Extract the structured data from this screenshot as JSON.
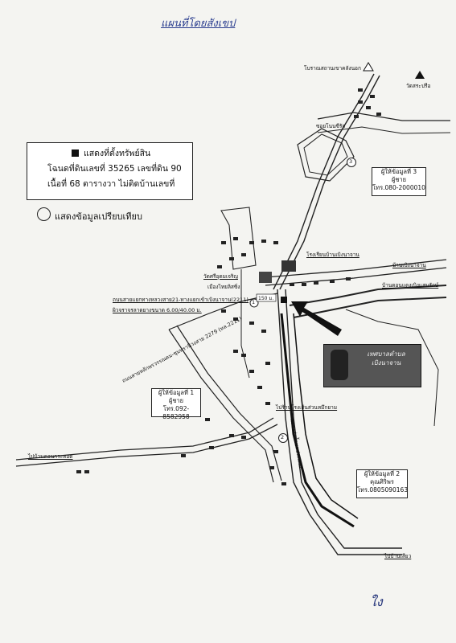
{
  "header": {
    "handwritten_title": "แผนที่โดยสังเขป"
  },
  "legend": {
    "asset_label": "แสดงที่ตั้งทรัพย์สิน",
    "deed_line": "โฉนดที่ดินเลขที่ 35265 เลขที่ดิน 90",
    "area_line": "เนื้อที่ 68  ตารางวา ไม่ติดบ้านเลขที่",
    "comparison_label": "แสดงข้อมูลเปรียบเทียบ"
  },
  "informants": [
    {
      "number": "1",
      "title": "ผู้ให้ข้อมูลที่ 1",
      "name": "ผู้ชาย",
      "phone": "โทร.092-8582958"
    },
    {
      "number": "2",
      "title": "ผู้ให้ข้อมูลที่ 2",
      "name": "คุณศิริพร",
      "phone": "โทร.0805090163"
    },
    {
      "number": "3",
      "title": "ผู้ให้ข้อมูลที่ 3",
      "name": "ผู้ชาย",
      "phone": "โทร.080-2000010"
    }
  ],
  "map_labels": {
    "ancient_site": "โบราณสถานเขาคลังนอก",
    "temple_top": "วัดสระปรือ",
    "soi": "ซอยโนนซีรัก",
    "school": "โรงเรียนบ้านเบิงนาจาน",
    "village_right": "บ้านเบิงนาจาน",
    "village_right2": "บ้านดอนแดงเบิงแสนรักษ์",
    "temple_mid": "วัดศรีอุดมเจริญ",
    "village_mid": "เมืองไทยลิสซิ่ง",
    "road_name": "ถนนสายแยกทางหลวงสาย21-ทางแยกเข้าเบิงนาจาน(2211)",
    "road_width": "ผิวจราจรลาดยางขนาด 6.00/40.00 ม.",
    "distance": "150 ม.",
    "highway_diag": "ถนนสายหลักพรวรรณคม-ชุมพรานิวงสาย 2279 (ทล.2211)",
    "market": "ไปร้านโรงเส้นส่วนหมึกยาม",
    "left_dir": "ไปบ้านดอนกระทอด",
    "bottom_right_dir": "ไปบ้านเสียว",
    "river": "คลองส่งน้ำชลประทาน",
    "photo_caption_1": "เทศบาลตำบล",
    "photo_caption_2": "เบิงนาจาน"
  },
  "signature": "ใง"
}
